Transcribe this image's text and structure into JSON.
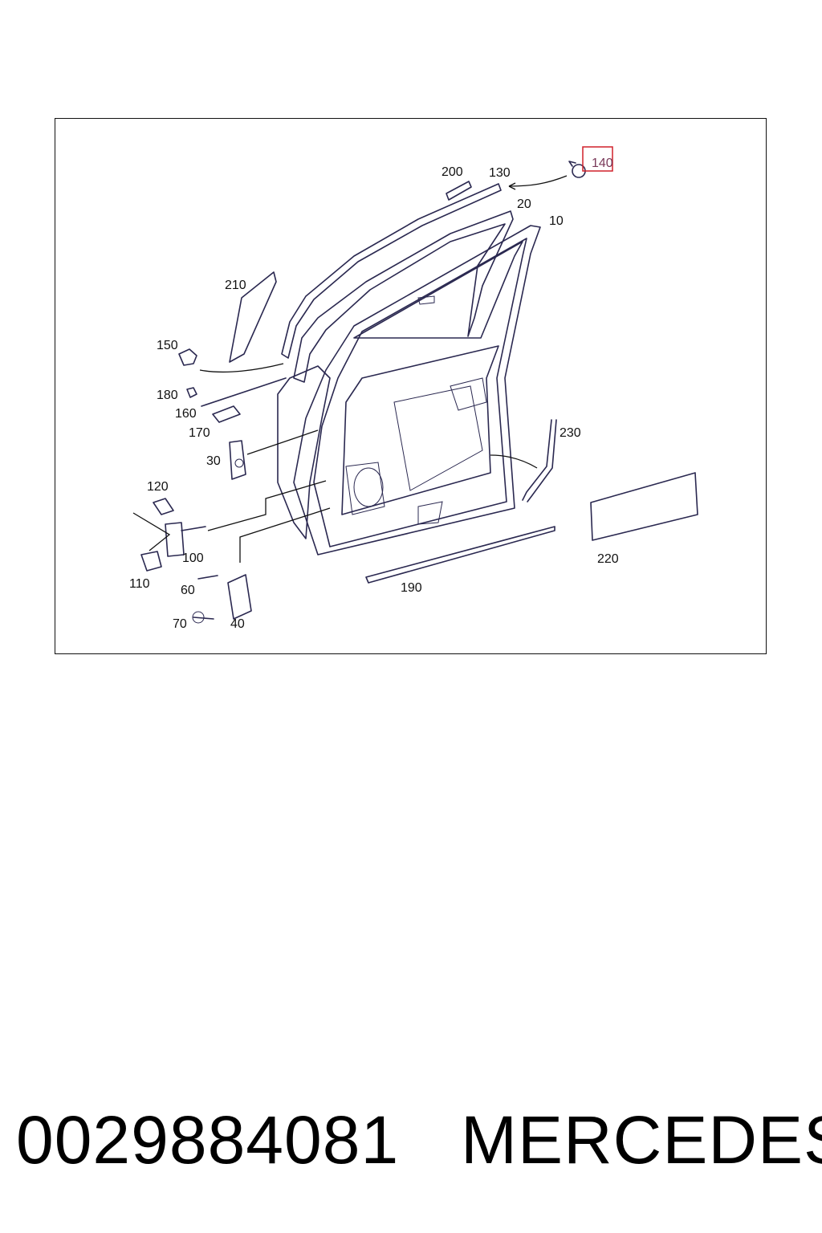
{
  "diagram": {
    "callouts": [
      {
        "id": "140",
        "label": "140",
        "highlighted": true
      },
      {
        "id": "200",
        "label": "200"
      },
      {
        "id": "130",
        "label": "130"
      },
      {
        "id": "20",
        "label": "20"
      },
      {
        "id": "10",
        "label": "10"
      },
      {
        "id": "210",
        "label": "210"
      },
      {
        "id": "150",
        "label": "150"
      },
      {
        "id": "180",
        "label": "180"
      },
      {
        "id": "160",
        "label": "160"
      },
      {
        "id": "170",
        "label": "170"
      },
      {
        "id": "30",
        "label": "30"
      },
      {
        "id": "230",
        "label": "230"
      },
      {
        "id": "120",
        "label": "120"
      },
      {
        "id": "100",
        "label": "100"
      },
      {
        "id": "110",
        "label": "110"
      },
      {
        "id": "60",
        "label": "60"
      },
      {
        "id": "70",
        "label": "70"
      },
      {
        "id": "40",
        "label": "40"
      },
      {
        "id": "220",
        "label": "220"
      },
      {
        "id": "190",
        "label": "190"
      }
    ],
    "highlight_color": "#d0202a",
    "line_color": "#2a2850"
  },
  "footer": {
    "part_number": "0029884081",
    "brand": "MERCEDES"
  }
}
